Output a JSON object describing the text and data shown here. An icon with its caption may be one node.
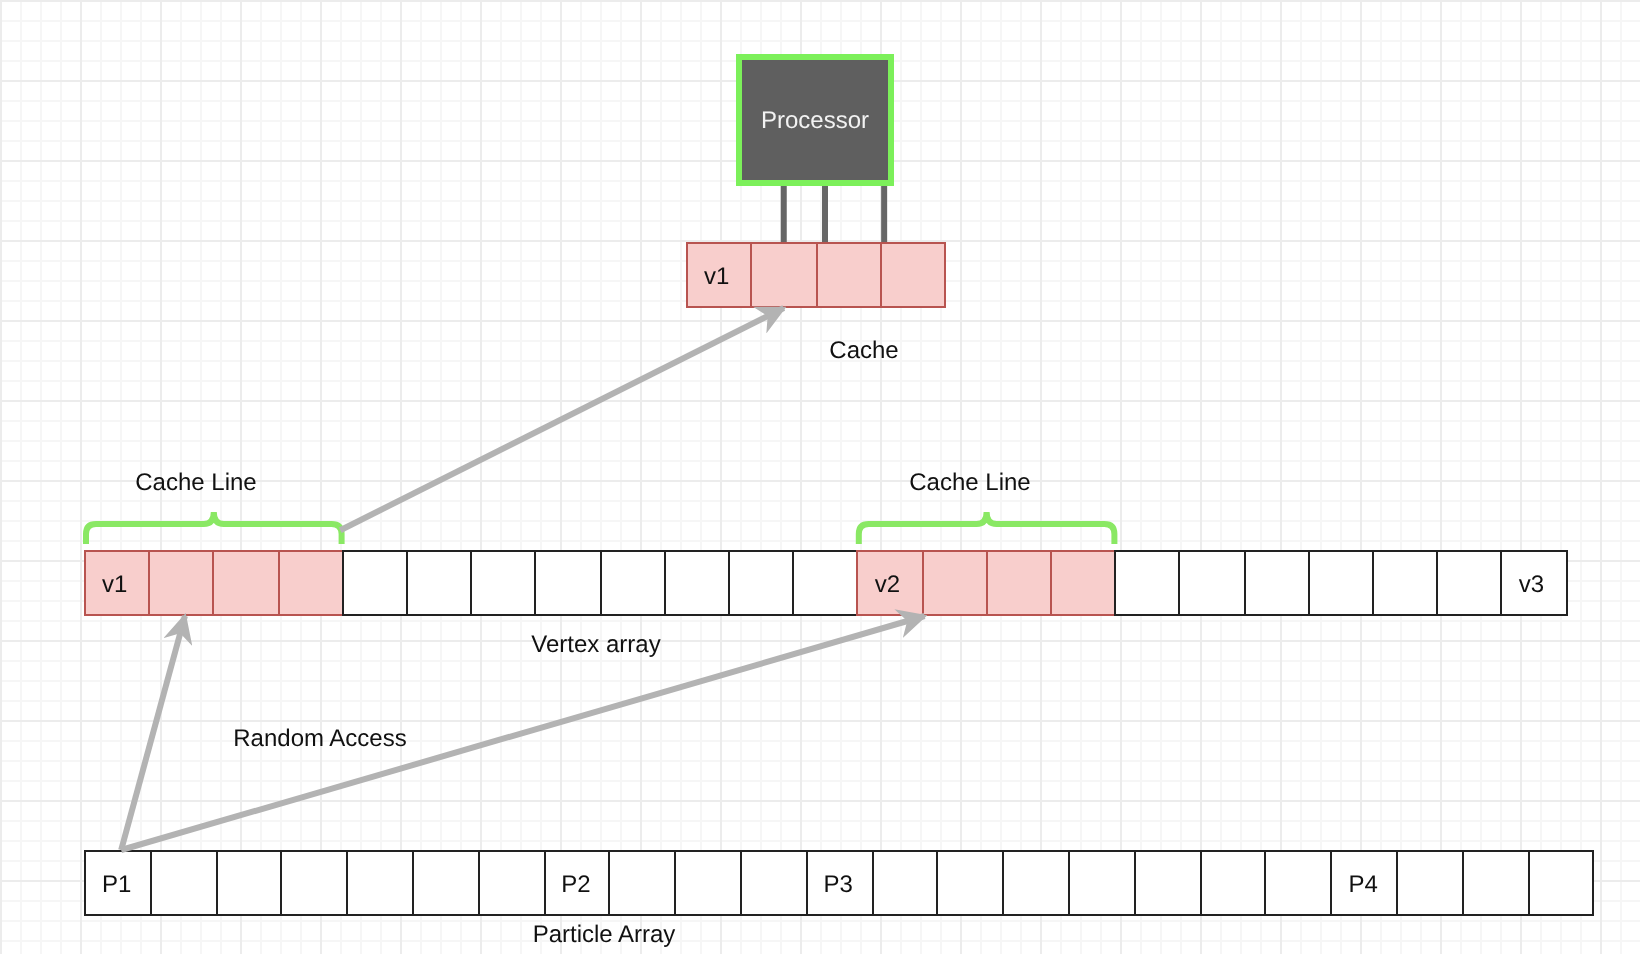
{
  "diagram": {
    "nodes": [
      {
        "text": [
          "Processor"
        ]
      },
      {
        "text": [
          "Cache"
        ]
      },
      {
        "text": [
          "v1"
        ],
        "in": 1
      },
      {
        "text": [],
        "shape": "box",
        "in": 1
      },
      {
        "text": [],
        "shape": "box",
        "in": 1
      },
      {
        "text": [],
        "shape": "box",
        "in": 1
      },
      {
        "text": [
          "Vertex array"
        ]
      },
      {
        "text": [
          "v1"
        ],
        "in": 6
      },
      {
        "text": [],
        "shape": "box",
        "in": 6
      },
      {
        "text": [],
        "shape": "box",
        "in": 6
      },
      {
        "text": [],
        "shape": "box",
        "in": 6
      },
      {
        "text": [],
        "shape": "box",
        "in": 6
      },
      {
        "text": [],
        "shape": "box",
        "in": 6
      },
      {
        "text": [],
        "shape": "box",
        "in": 6
      },
      {
        "text": [],
        "shape": "box",
        "in": 6
      },
      {
        "text": [],
        "shape": "box",
        "in": 6
      },
      {
        "text": [],
        "shape": "box",
        "in": 6
      },
      {
        "text": [],
        "shape": "box",
        "in": 6
      },
      {
        "text": [],
        "shape": "box",
        "in": 6
      },
      {
        "text": [
          "v2"
        ],
        "in": 6
      },
      {
        "text": [],
        "shape": "box",
        "in": 6
      },
      {
        "text": [],
        "shape": "box",
        "in": 6
      },
      {
        "text": [],
        "shape": "box",
        "in": 6
      },
      {
        "text": [],
        "shape": "box",
        "in": 6
      },
      {
        "text": [],
        "shape": "box",
        "in": 6
      },
      {
        "text": [],
        "shape": "box",
        "in": 6
      },
      {
        "text": [],
        "shape": "box",
        "in": 6
      },
      {
        "text": [],
        "shape": "box",
        "in": 6
      },
      {
        "text": [],
        "shape": "box",
        "in": 6
      },
      {
        "text": [
          "v3"
        ],
        "in": 6
      },
      {
        "text": [
          "Particle Array"
        ]
      },
      {
        "text": [
          "P1"
        ],
        "in": 30
      },
      {
        "text": [],
        "shape": "box",
        "in": 30
      },
      {
        "text": [],
        "shape": "box",
        "in": 30
      },
      {
        "text": [],
        "shape": "box",
        "in": 30
      },
      {
        "text": [],
        "shape": "box",
        "in": 30
      },
      {
        "text": [],
        "shape": "box",
        "in": 30
      },
      {
        "text": [],
        "shape": "box",
        "in": 30
      },
      {
        "text": [
          "P2"
        ],
        "in": 30
      },
      {
        "text": [],
        "shape": "box",
        "in": 30
      },
      {
        "text": [],
        "shape": "box",
        "in": 30
      },
      {
        "text": [],
        "shape": "box",
        "in": 30
      },
      {
        "text": [
          "P3"
        ],
        "in": 30
      },
      {
        "text": [],
        "shape": "box",
        "in": 30
      },
      {
        "text": [],
        "shape": "box",
        "in": 30
      },
      {
        "text": [],
        "shape": "box",
        "in": 30
      },
      {
        "text": [],
        "shape": "box",
        "in": 30
      },
      {
        "text": [],
        "shape": "box",
        "in": 30
      },
      {
        "text": [],
        "shape": "box",
        "in": 30
      },
      {
        "text": [],
        "shape": "box",
        "in": 30
      },
      {
        "text": [
          "P4"
        ],
        "in": 30
      },
      {
        "text": [],
        "shape": "box",
        "in": 30
      },
      {
        "text": [],
        "shape": "box",
        "in": 30
      },
      {
        "text": [],
        "shape": "box",
        "in": 30
      }
    ],
    "edges": [
      {
        "from": 0,
        "to": 3,
        "arrow": "none",
        "color": "#666666"
      },
      {
        "from": 0,
        "to": 4,
        "arrow": "none",
        "color": "#666666"
      },
      {
        "from": 0,
        "to": 5,
        "arrow": "none",
        "color": "#666666"
      },
      {
        "from": 10,
        "to": 3,
        "arrow": "to"
      },
      {
        "from": 31,
        "to": 8,
        "arrow": "to"
      },
      {
        "from": 31,
        "to": 20,
        "arrow": "to"
      }
    ],
    "labels": [
      "Cache Line",
      "Cache Line",
      "Random Access"
    ]
  }
}
